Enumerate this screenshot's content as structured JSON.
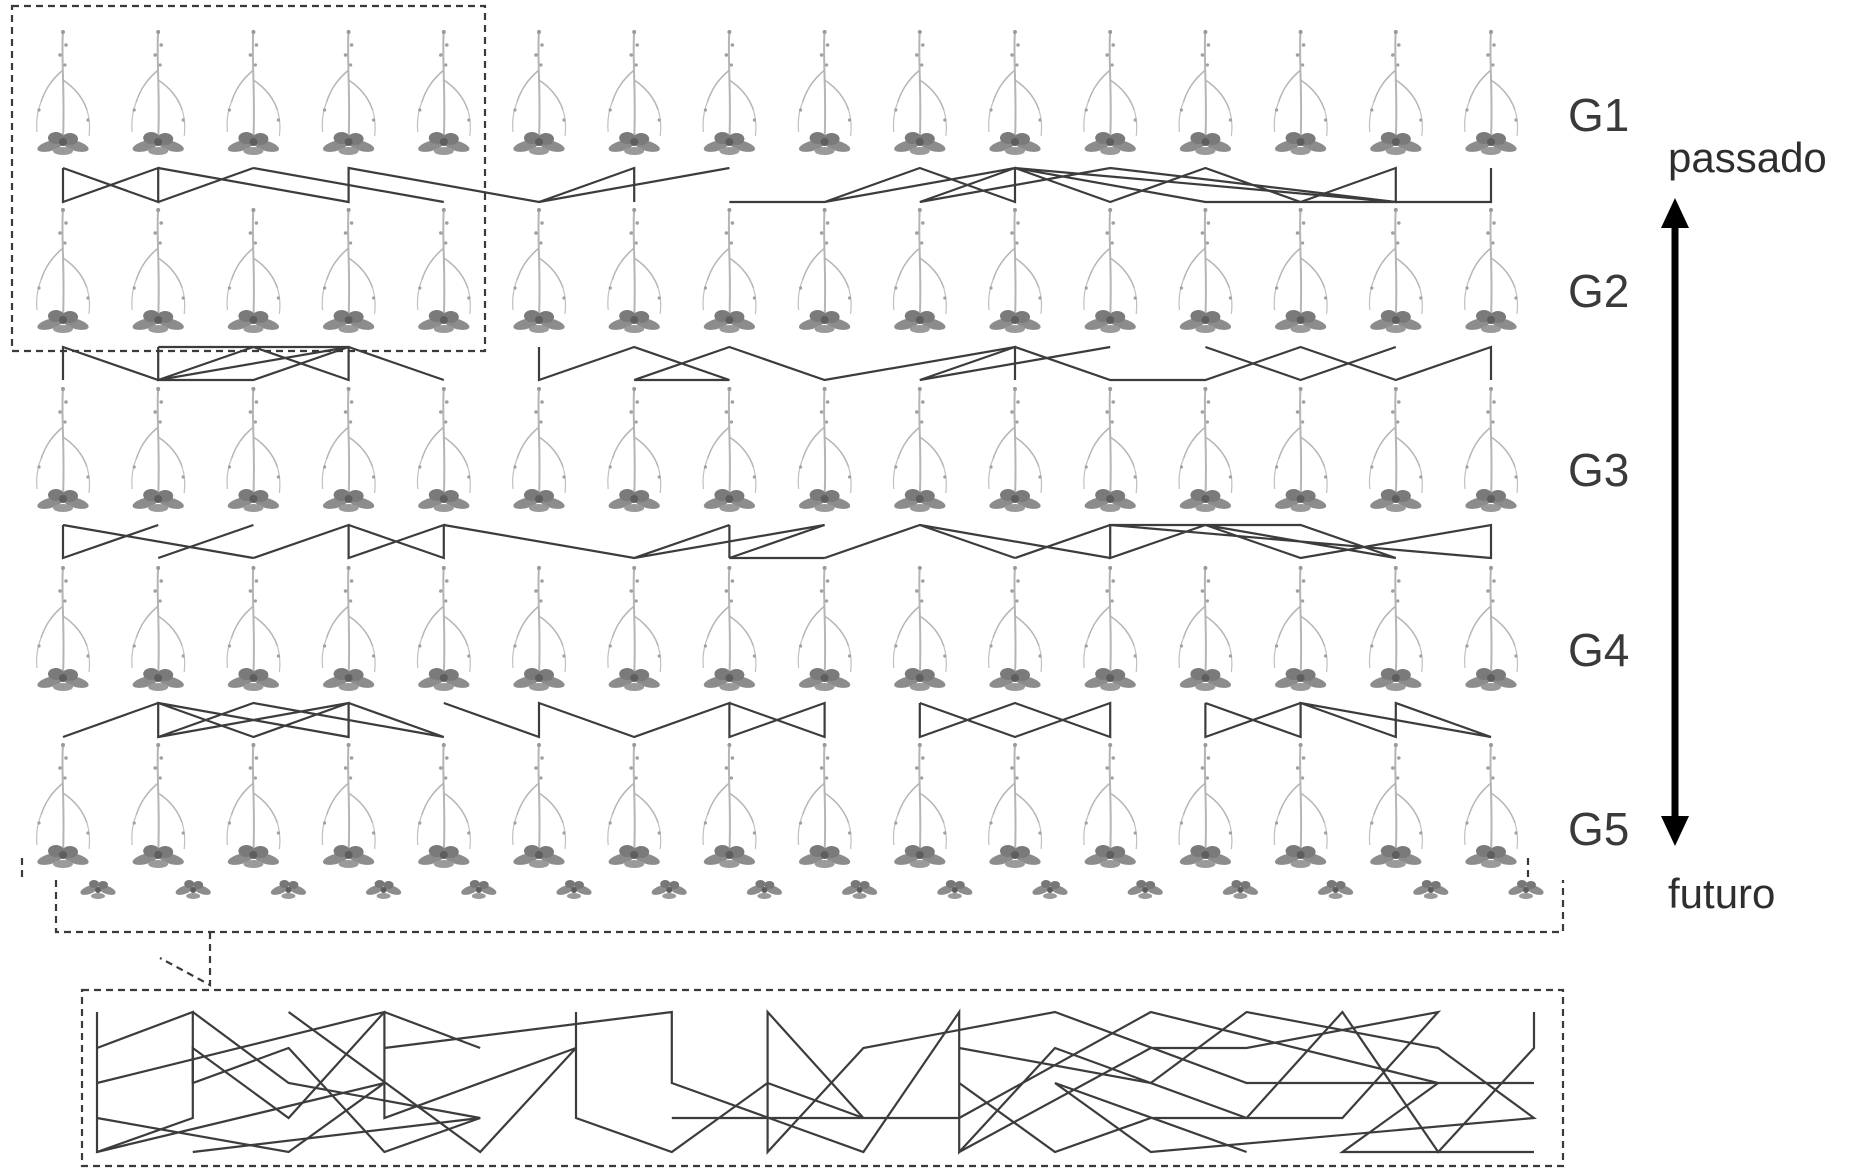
{
  "generations": [
    "G1",
    "G2",
    "G3",
    "G4",
    "G5"
  ],
  "plants_per_generation": 16,
  "time_axis": {
    "top_label": "passado",
    "bottom_label": "futuro"
  },
  "colors": {
    "lines": "#3c3c3c",
    "plant_leaf": "#8a8a8a",
    "plant_stem": "#b0b0b0",
    "arrow": "#000000",
    "dashed_box": "#3a3a3a"
  },
  "icons": [
    "plant-icon",
    "seedling-icon",
    "double-arrow-icon"
  ]
}
